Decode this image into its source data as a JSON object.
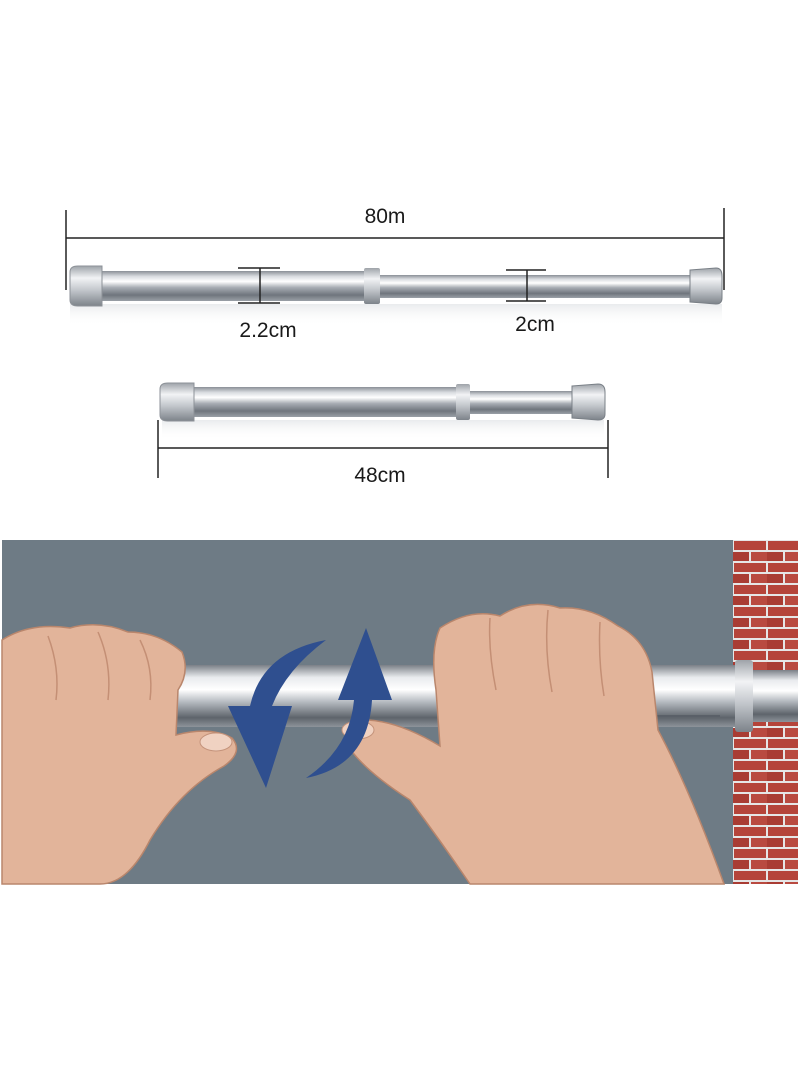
{
  "dimensions": {
    "extended_length": "80m",
    "thick_tube_diameter": "2.2cm",
    "thin_tube_diameter": "2cm",
    "retracted_length": "48cm"
  },
  "illustration": {
    "arrow_color": "#2f4f8f",
    "wall_color": "#6e7b85",
    "brick_color": "#b5443a",
    "mortar_color": "#e6e6e6",
    "rod_color": "#c8ccd1",
    "skin_color": "#e2b49a"
  },
  "icons": [
    "rotate-arrow-down-icon",
    "rotate-arrow-up-icon"
  ]
}
